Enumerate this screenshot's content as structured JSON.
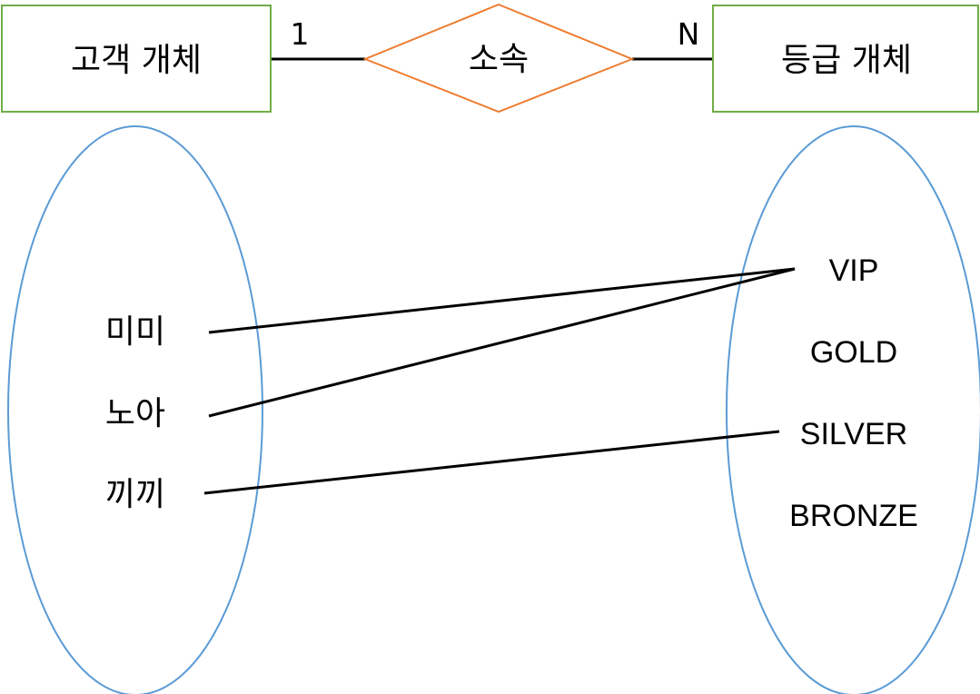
{
  "colors": {
    "entity_border": "#70ad47",
    "relationship_border": "#ed7d31",
    "set_border": "#5b9bd5",
    "line": "#000000"
  },
  "entities": {
    "left": {
      "label": "고객 개체"
    },
    "right": {
      "label": "등급 개체"
    }
  },
  "relationship": {
    "label": "소속"
  },
  "cardinality": {
    "left": "1",
    "right": "N"
  },
  "customers": [
    {
      "name": "미미"
    },
    {
      "name": "노아"
    },
    {
      "name": "끼끼"
    }
  ],
  "grades": [
    {
      "name": "VIP"
    },
    {
      "name": "GOLD"
    },
    {
      "name": "SILVER"
    },
    {
      "name": "BRONZE"
    }
  ],
  "mappings": [
    {
      "from": "미미",
      "to": "VIP"
    },
    {
      "from": "노아",
      "to": "VIP"
    },
    {
      "from": "끼끼",
      "to": "SILVER"
    }
  ]
}
